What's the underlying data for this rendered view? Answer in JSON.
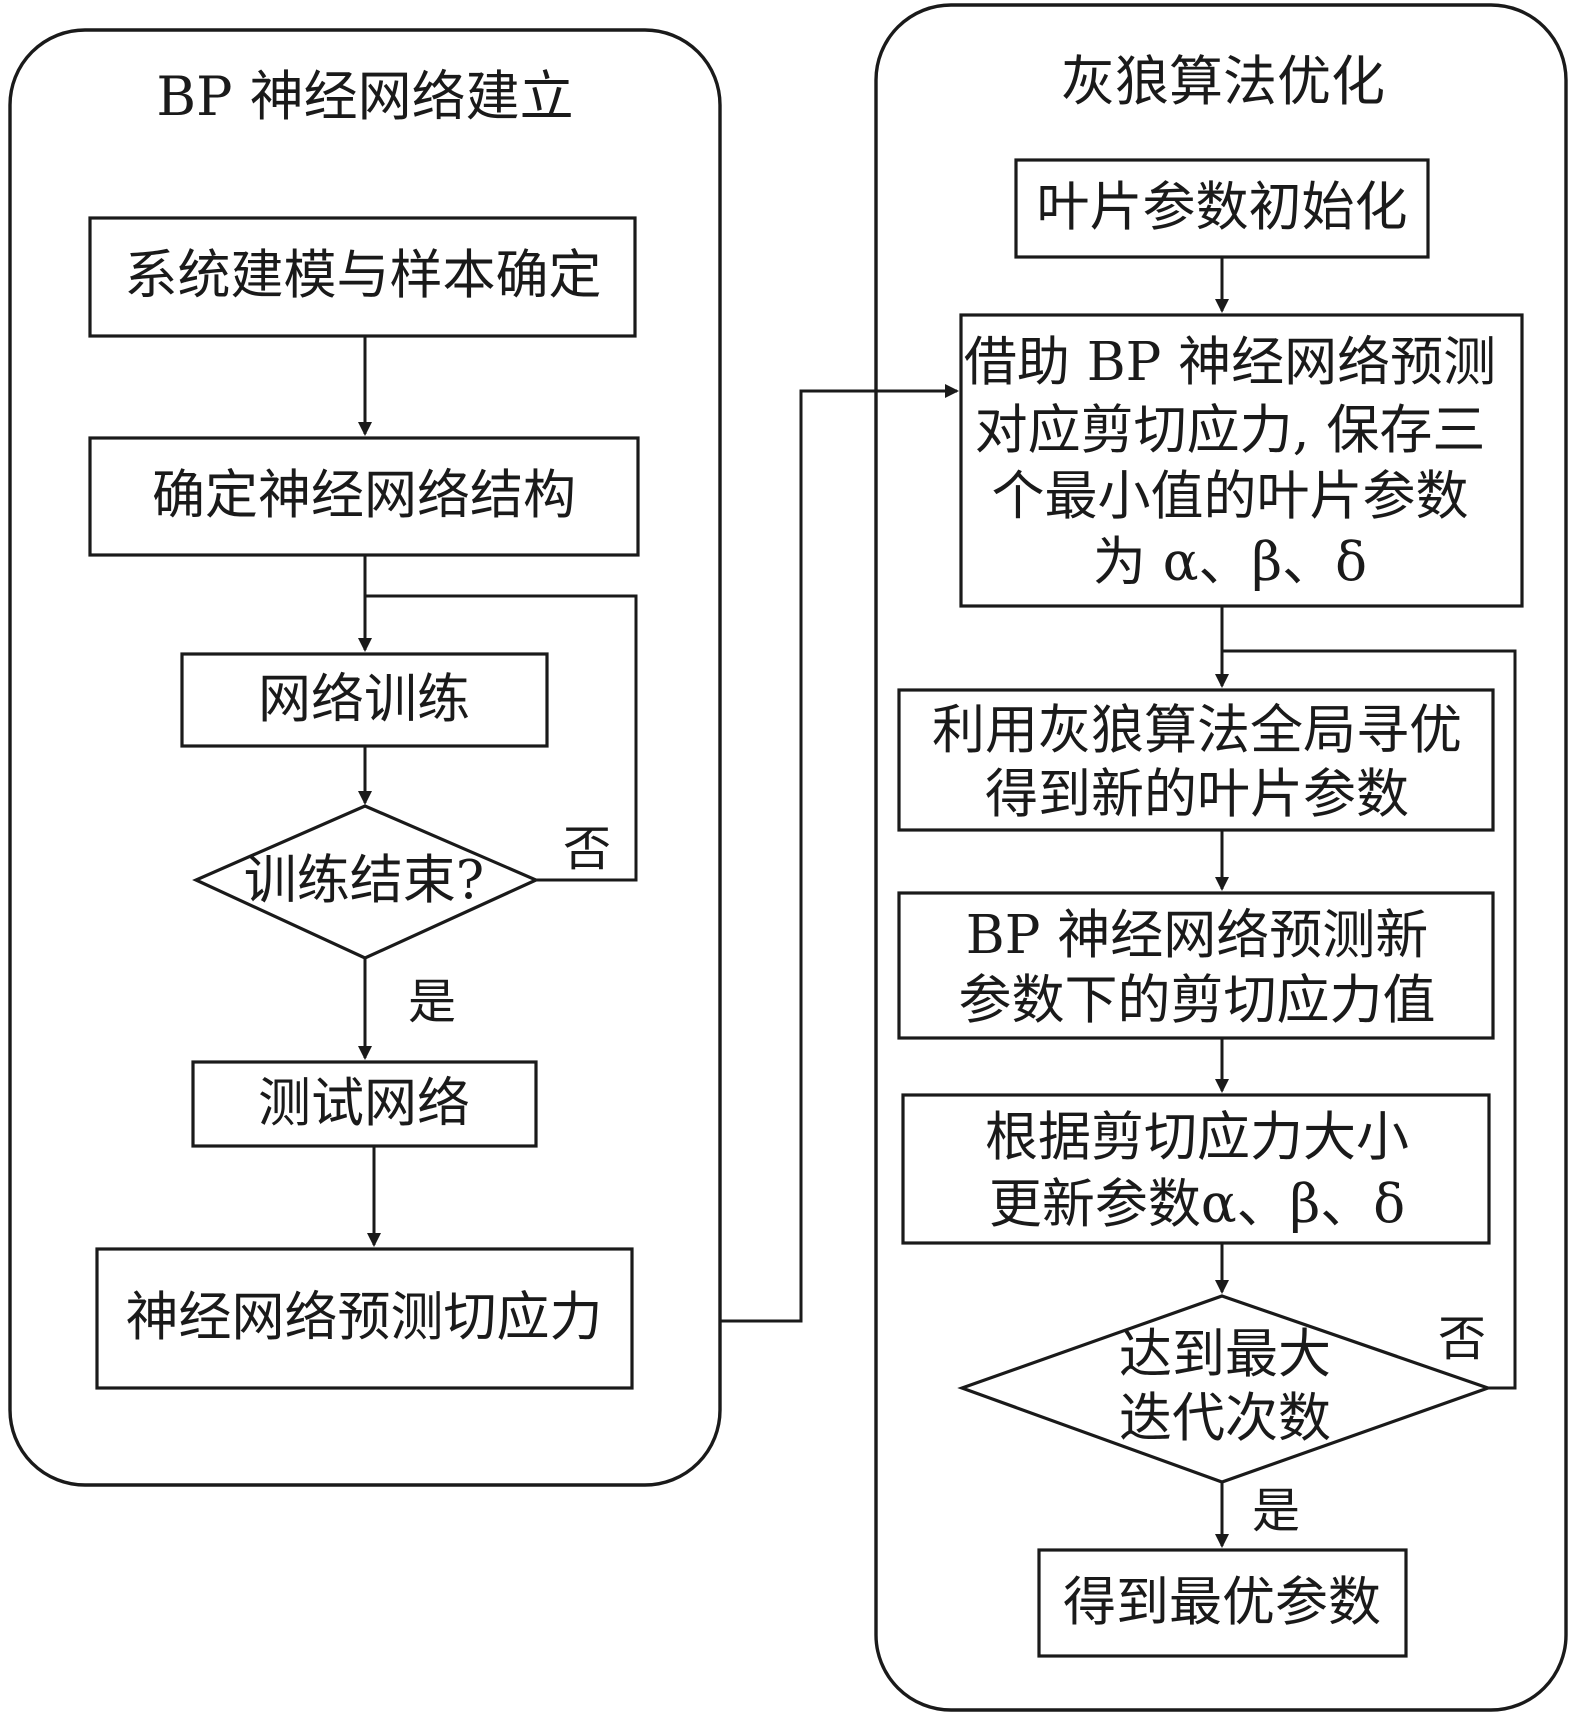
{
  "left_panel": {
    "title": "BP 神经网络建立",
    "step1": "系统建模与样本确定",
    "step2": "确定神经网络结构",
    "step3": "网络训练",
    "decision": "训练结束?",
    "no_label": "否",
    "yes_label": "是",
    "step4": "测试网络",
    "step5": "神经网络预测切应力"
  },
  "right_panel": {
    "title": "灰狼算法优化",
    "step1": "叶片参数初始化",
    "step2_lines": [
      "借助 BP 神经网络预测",
      "对应剪切应力, 保存三",
      "个最小值的叶片参数",
      "为 α、β、δ"
    ],
    "step3_lines": [
      "利用灰狼算法全局寻优",
      "得到新的叶片参数"
    ],
    "step4_lines": [
      "BP 神经网络预测新",
      "参数下的剪切应力值"
    ],
    "step5_lines": [
      "根据剪切应力大小",
      "更新参数α、β、δ"
    ],
    "decision_lines": [
      "达到最大",
      "迭代次数"
    ],
    "no_label": "否",
    "yes_label": "是",
    "result": "得到最优参数"
  }
}
